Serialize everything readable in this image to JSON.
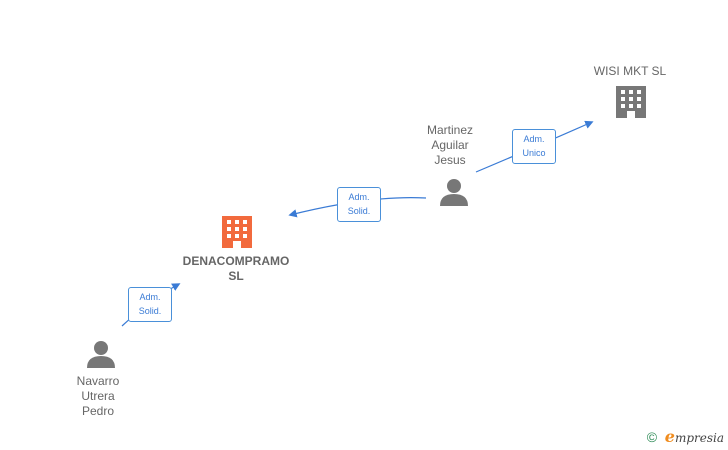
{
  "nodes": {
    "wisi": {
      "label": "WISI MKT  SL",
      "color": "#777777"
    },
    "martinez": {
      "line1": "Martinez",
      "line2": "Aguilar",
      "line3": "Jesus",
      "color": "#777777"
    },
    "denacompramo": {
      "line1": "DENACOMPRAMO",
      "line2": "SL",
      "color": "#f26a3d"
    },
    "navarro": {
      "line1": "Navarro",
      "line2": "Utrera",
      "line3": "Pedro",
      "color": "#777777"
    }
  },
  "edges": {
    "martinez_to_wisi": {
      "line1": "Adm.",
      "line2": "Unico"
    },
    "martinez_to_denacompramo": {
      "line1": "Adm.",
      "line2": "Solid."
    },
    "navarro_to_denacompramo": {
      "line1": "Adm.",
      "line2": "Solid."
    }
  },
  "footer": {
    "copyright": "©",
    "brand_initial": "e",
    "brand_rest": "mpresia"
  },
  "colors": {
    "edge": "#3a7bd5",
    "company_main": "#f26a3d",
    "company_other": "#777777",
    "person": "#777777"
  }
}
